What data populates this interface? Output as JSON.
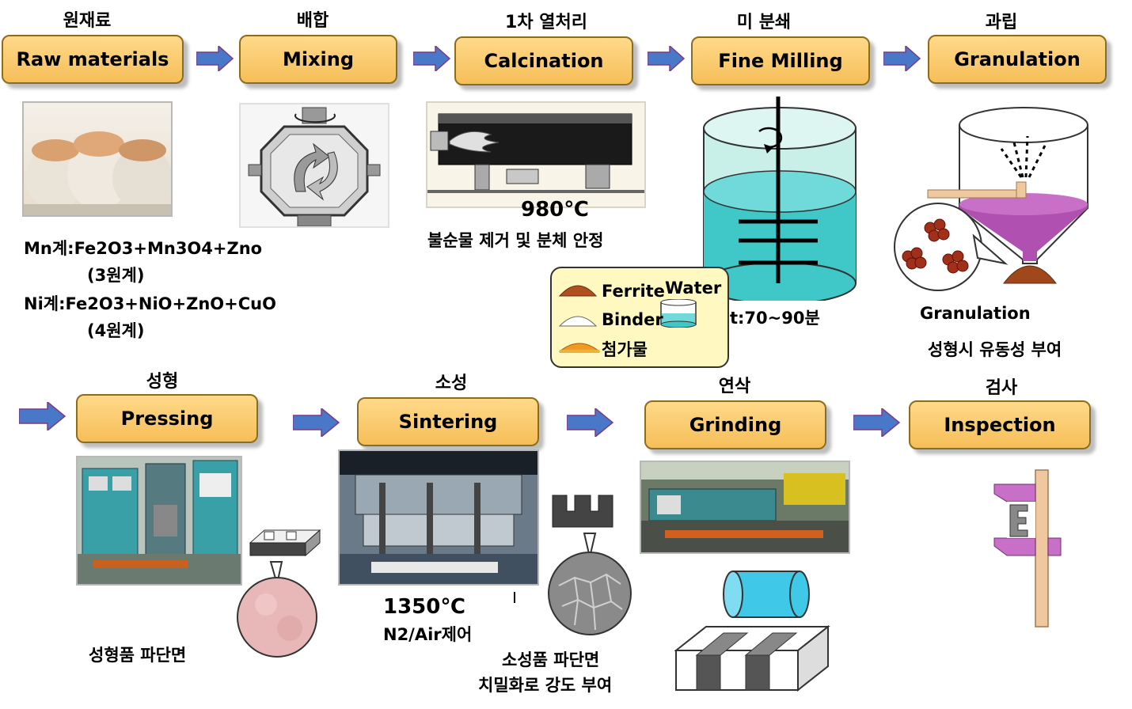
{
  "stages": [
    {
      "kor": "원재료",
      "eng": "Raw materials"
    },
    {
      "kor": "배합",
      "eng": "Mixing"
    },
    {
      "kor": "1차 열처리",
      "eng": "Calcination"
    },
    {
      "kor": "미 분쇄",
      "eng": "Fine Milling"
    },
    {
      "kor": "과립",
      "eng": "Granulation"
    },
    {
      "kor": "성형",
      "eng": "Pressing"
    },
    {
      "kor": "소성",
      "eng": "Sintering"
    },
    {
      "kor": "연삭",
      "eng": "Grinding"
    },
    {
      "kor": "검사",
      "eng": "Inspection"
    }
  ],
  "raw": {
    "mn_formula": "Mn계:Fe2O3+Mn3O4+Zno",
    "mn_note": "(3원계)",
    "ni_formula": "Ni계:Fe2O3+NiO+ZnO+CuO",
    "ni_note": "(4원계)"
  },
  "calcination": {
    "temp": "980℃",
    "desc": "불순물 제거 및 분체 안정"
  },
  "milling": {
    "time": "t:70~90분",
    "legend": {
      "ferrite": "Ferrite",
      "water": "Water",
      "binder": "Binder",
      "additive": "첨가물"
    }
  },
  "granulation": {
    "label": "Granulation",
    "desc": "성형시 유동성 부여"
  },
  "pressing": {
    "desc": "성형품 파단면"
  },
  "sintering": {
    "temp": "1350℃",
    "atmos": "N2/Air제어",
    "desc1": "소성품 파단면",
    "desc2": "치밀화로 강도 부여"
  },
  "colors": {
    "box_fill": "#f6be58",
    "arrow": "#4a78c8",
    "water": "#40c8c8",
    "funnel": "#b050b0"
  }
}
